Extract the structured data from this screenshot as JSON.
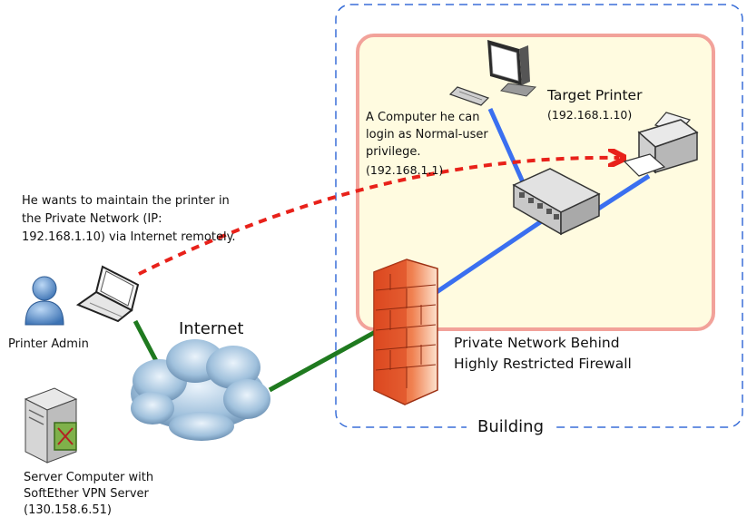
{
  "labels": {
    "admin_note_line1": "He wants to maintain the printer in",
    "admin_note_line2": "the Private Network (IP:",
    "admin_note_line3": "192.168.1.10) via Internet remotely.",
    "printer_admin": "Printer Admin",
    "internet": "Internet",
    "server_line1": "Server Computer with",
    "server_line2": "SoftEther VPN Server",
    "server_line3": "(130.158.6.51)",
    "computer_line1": "A Computer he can",
    "computer_line2": "login as Normal-user",
    "computer_line3": "privilege.",
    "computer_line4": "(192.168.1.1)",
    "target_printer": "Target Printer",
    "target_printer_ip": "(192.168.1.10)",
    "private_line1": "Private Network Behind",
    "private_line2": "Highly Restricted Firewall",
    "building": "Building"
  },
  "colors": {
    "lan_link": "#3a6ff0",
    "internet_link": "#1f7a1f",
    "remote_intent": "#e8211a",
    "building_border": "#3a6fd8",
    "private_zone_border": "#f2a29a",
    "private_zone_fill": "#fffbe0",
    "firewall": "#e8542a"
  },
  "icons": [
    "person-icon",
    "laptop-icon",
    "server-icon",
    "cloud-icon",
    "firewall-icon",
    "desktop-computer-icon",
    "network-switch-icon",
    "printer-icon"
  ]
}
